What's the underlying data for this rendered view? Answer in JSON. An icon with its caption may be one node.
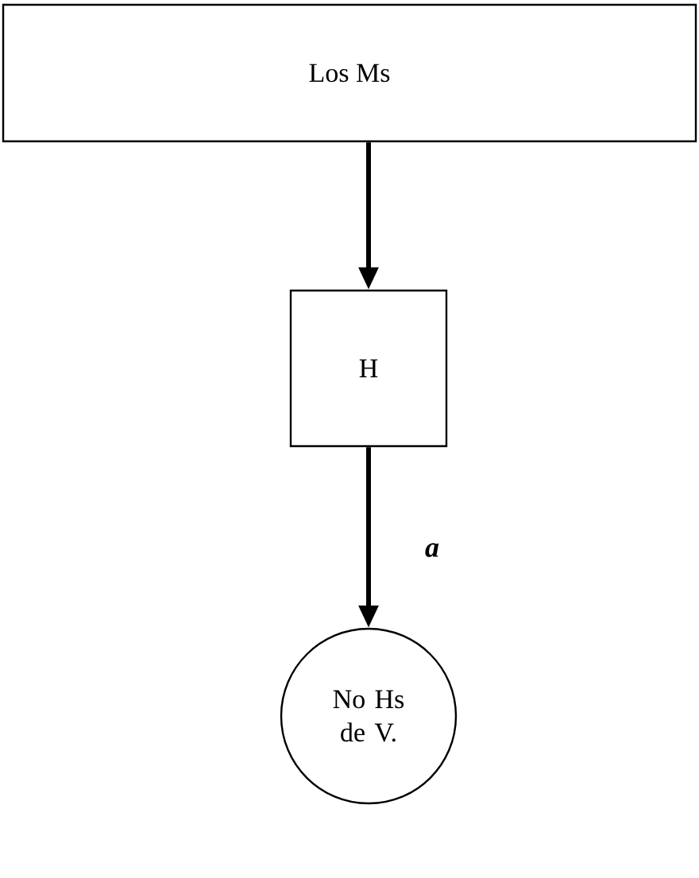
{
  "diagram": {
    "nodes": [
      {
        "text": [
          "Los Ms"
        ]
      },
      {
        "text": [
          "H"
        ]
      },
      {
        "text": [
          "No Hs de V."
        ]
      }
    ],
    "edges": [
      {
        "from": 0,
        "to": 1,
        "arrow": "to"
      },
      {
        "from": 1,
        "to": 2,
        "arrow": "to",
        "label": "a"
      }
    ]
  }
}
